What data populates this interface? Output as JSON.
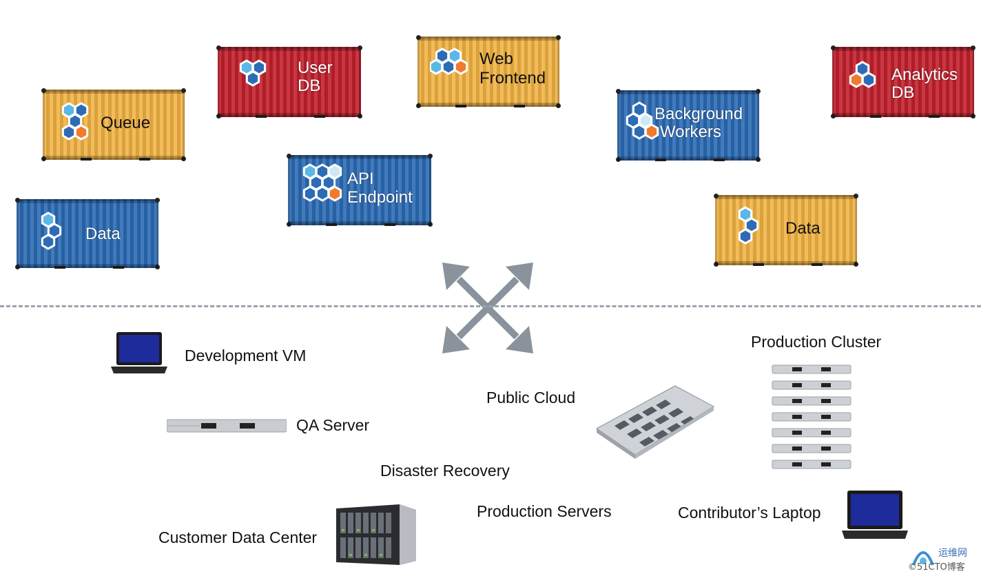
{
  "containers": {
    "queue": {
      "label": "Queue",
      "color": "#f2b445"
    },
    "user_db": {
      "label_line1": "User",
      "label_line2": "DB",
      "color": "#c2202c"
    },
    "web_frontend": {
      "label_line1": "Web",
      "label_line2": "Frontend",
      "color": "#f2b445"
    },
    "api_endpoint": {
      "label_line1": "API",
      "label_line2": "Endpoint",
      "color": "#2d6cb5"
    },
    "data_left": {
      "label": "Data",
      "color": "#2d6cb5"
    },
    "background_workers": {
      "label_line1": "Background",
      "label_line2": "Workers",
      "color": "#2d6cb5"
    },
    "analytics_db": {
      "label_line1": "Analytics",
      "label_line2": "DB",
      "color": "#c2202c"
    },
    "data_right": {
      "label": "Data",
      "color": "#f2b445"
    }
  },
  "environments": {
    "development_vm": "Development VM",
    "qa_server": "QA Server",
    "public_cloud": "Public Cloud",
    "production_cluster": "Production Cluster",
    "disaster_recovery": "Disaster Recovery",
    "production_servers": "Production Servers",
    "contributors_laptop": "Contributor’s Laptop",
    "customer_data_center": "Customer Data Center"
  },
  "icons": {
    "arrows": "four-way-arrows-icon",
    "laptop": "laptop-icon",
    "rack_server": "rack-server-icon",
    "cloud_datacenter": "datacenter-icon",
    "cluster": "server-cluster-icon",
    "blade_chassis": "blade-server-icon"
  },
  "watermark": {
    "text": "运维网",
    "subtext": "©51CTO博客"
  }
}
